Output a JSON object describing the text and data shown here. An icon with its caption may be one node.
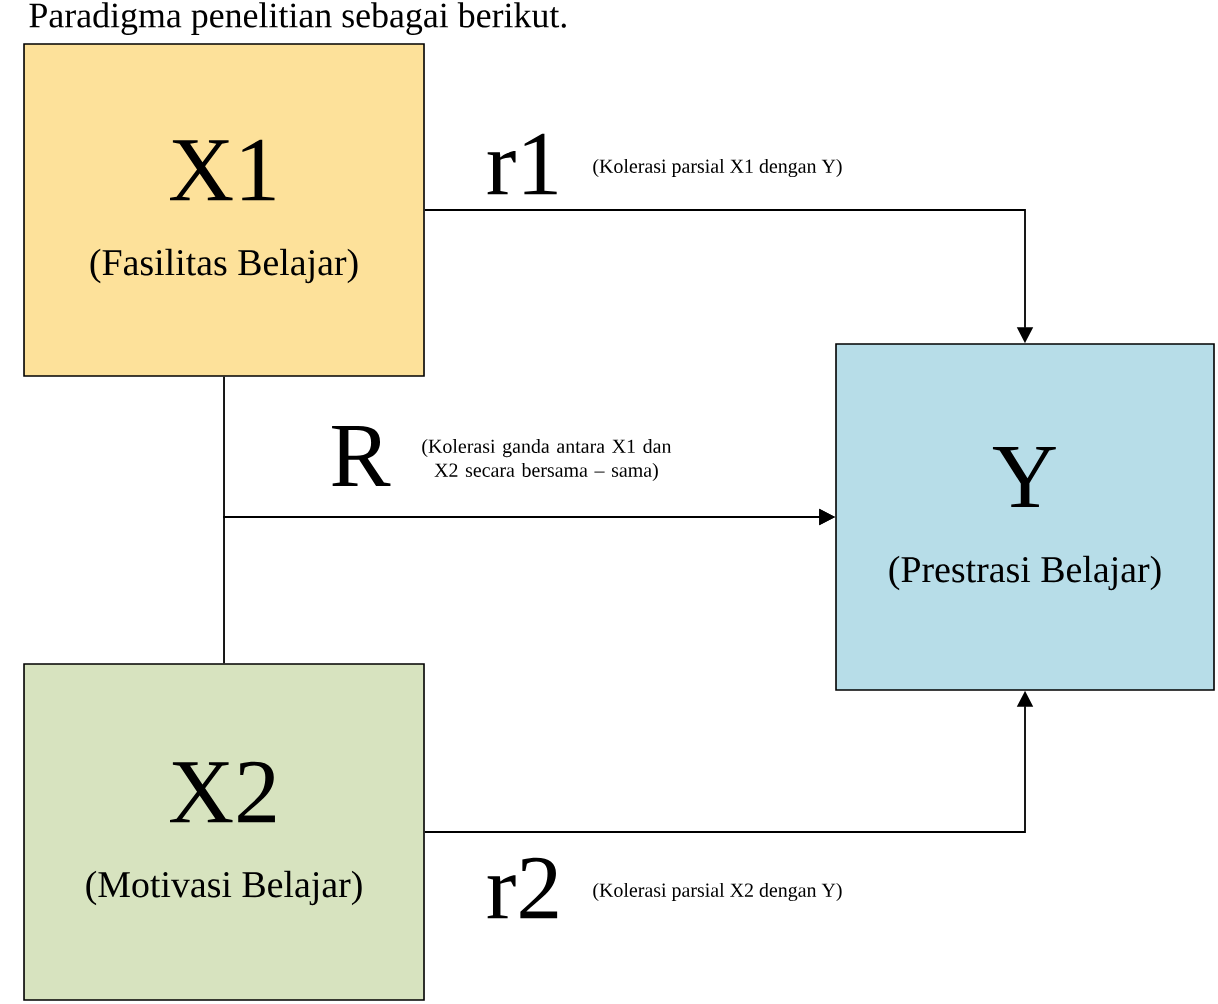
{
  "diagram": {
    "title": "Paradigma penelitian sebagai berikut.",
    "nodes": [
      {
        "text": [
          "X1",
          "(Fasilitas Belajar)"
        ]
      },
      {
        "text": [
          "Y",
          "(Prestrasi Belajar)"
        ]
      },
      {
        "text": [
          "X2",
          "(Motivasi Belajar)"
        ]
      }
    ],
    "edges": [
      {
        "from": 0,
        "to": 1,
        "arrow": "to",
        "label": "r1"
      },
      {
        "from": 0,
        "to": 1,
        "arrow": "to",
        "label": "R"
      },
      {
        "from": 2,
        "to": 1,
        "arrow": "to"
      },
      {
        "from": 2,
        "to": 1,
        "arrow": "to",
        "label": "r2"
      }
    ],
    "labels": [
      "(Kolerasi parsial X1 dengan Y)",
      "(Kolerasi ganda antara X1 dan X2 secara bersama – sama)",
      "(Kolerasi parsial X2 dengan Y)"
    ]
  }
}
